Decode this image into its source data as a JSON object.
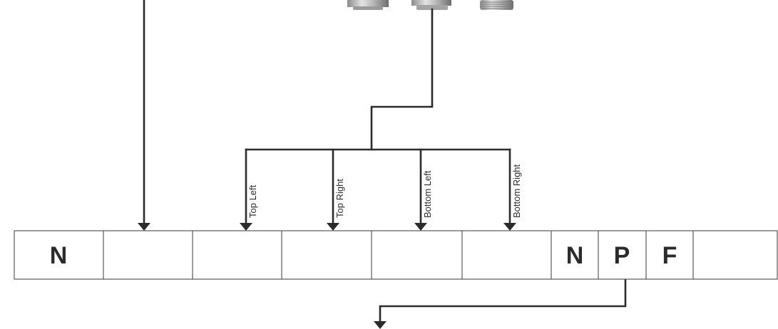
{
  "cells": [
    {
      "text": "N"
    },
    {
      "text": ""
    },
    {
      "text": ""
    },
    {
      "text": ""
    },
    {
      "text": ""
    },
    {
      "text": ""
    },
    {
      "text": "N"
    },
    {
      "text": "P"
    },
    {
      "text": "F"
    },
    {
      "text": ""
    }
  ],
  "branches": [
    {
      "label": "Top Left"
    },
    {
      "label": "Top Right"
    },
    {
      "label": "Bottom Left"
    },
    {
      "label": "Bottom Right"
    }
  ],
  "colors": {
    "line": "#2b2b2b",
    "border": "#3a3a3a",
    "background": "#ffffff"
  }
}
